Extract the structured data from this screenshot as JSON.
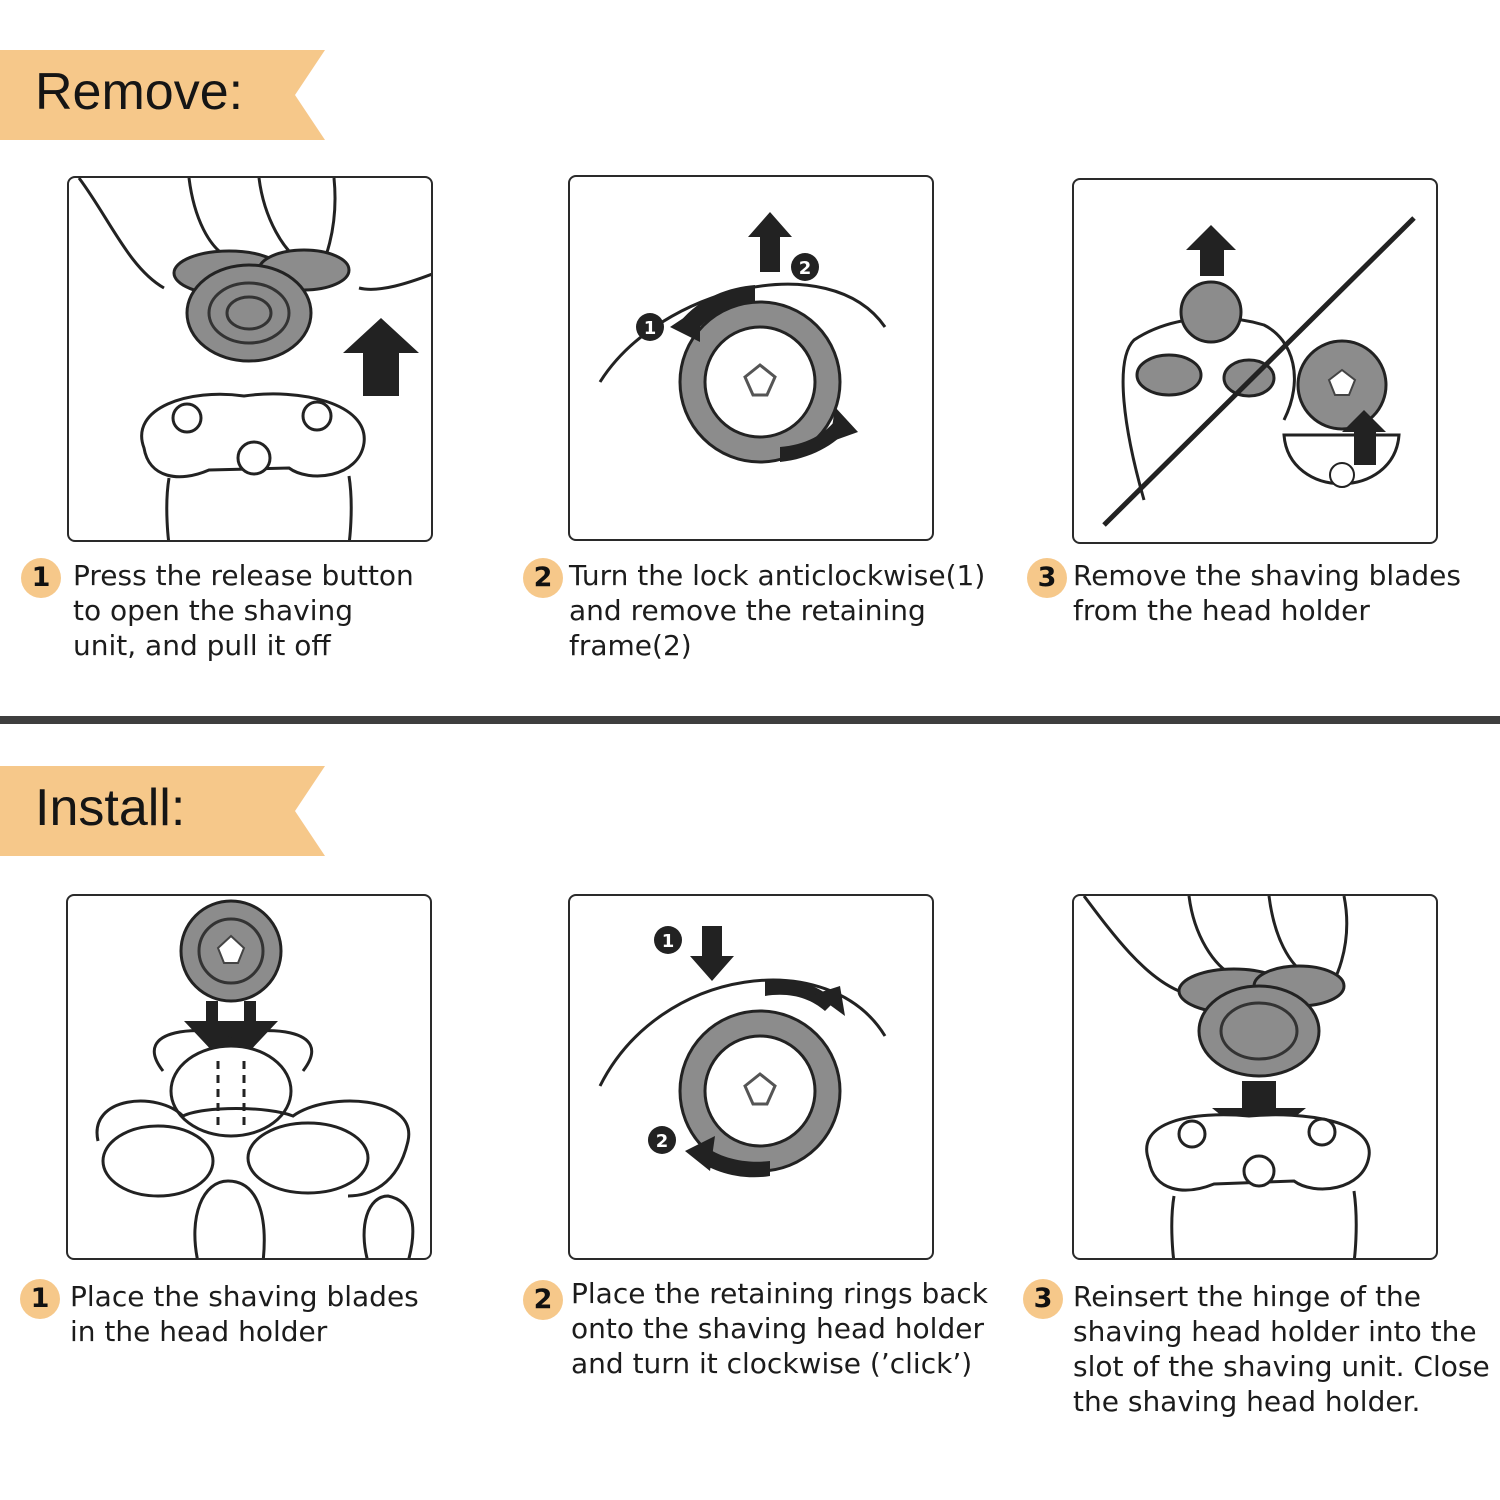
{
  "remove": {
    "heading": "Remove:",
    "steps": [
      {
        "number": "1",
        "lines": [
          "Press the release button",
          "to open the shaving",
          "unit, and pull it off"
        ]
      },
      {
        "number": "2",
        "lines": [
          "Turn the lock anticlockwise(1)",
          "and remove the retaining",
          "frame(2)"
        ]
      },
      {
        "number": "3",
        "lines": [
          "Remove the shaving blades",
          "from the head holder"
        ]
      }
    ],
    "callouts": [
      "1",
      "2"
    ]
  },
  "install": {
    "heading": "Install:",
    "steps": [
      {
        "number": "1",
        "lines": [
          "Place the shaving blades",
          "in the head holder"
        ]
      },
      {
        "number": "2",
        "lines": [
          "Place the retaining rings back",
          "onto the shaving head holder",
          "and turn it clockwise (’click’)"
        ]
      },
      {
        "number": "3",
        "lines": [
          "Reinsert the hinge of the",
          "shaving head holder into the",
          "slot of the shaving unit. Close",
          "the shaving head holder."
        ]
      }
    ],
    "callouts": [
      "1",
      "2"
    ]
  },
  "colors": {
    "banner": "#f6c88a",
    "badge": "#f6c88a",
    "divider": "#3e3e3e",
    "illustration_gray": "#8c8c8c"
  },
  "icons": [
    "up-arrow-icon",
    "down-arrow-icon",
    "rotate-arrow-icon",
    "shaving-head-icon",
    "retaining-ring-icon",
    "blade-icon"
  ]
}
